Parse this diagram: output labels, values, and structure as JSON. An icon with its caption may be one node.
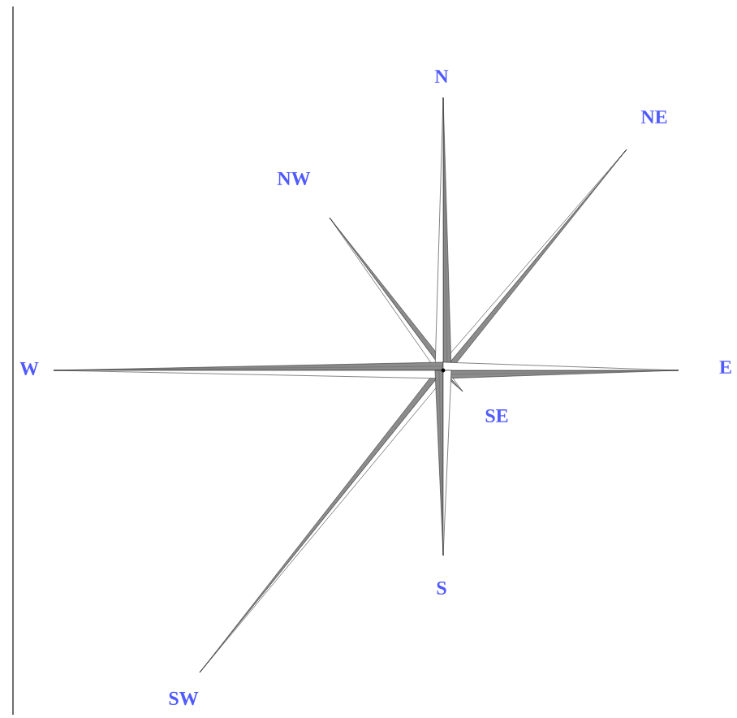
{
  "diagram": {
    "labels": [
      "N",
      "NE",
      "NW",
      "W",
      "E",
      "SE",
      "S",
      "SW"
    ]
  }
}
